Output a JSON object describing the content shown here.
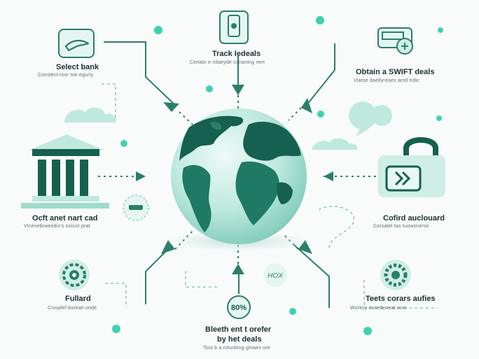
{
  "steps": {
    "select_bank": {
      "title": "Select bank",
      "subtitle": "Conslect roor toe egurty"
    },
    "track": {
      "title": "Track ledeals",
      "subtitle": "Certain e nilaeyde conaning nert"
    },
    "swift": {
      "title": "Obtain a SWIFT deals",
      "subtitle": "Vlatse daellyreoes arntl trdic"
    },
    "account": {
      "title": "Ocft anet nart cad",
      "subtitle": "Vlcenebrweedis's nnicor prat"
    },
    "confirm": {
      "title": "Cofird auclouard",
      "subtitle": "Corsatel tas tuowsnerse"
    },
    "fullard": {
      "title": "Fullard",
      "subtitle": "Cnisafef borkatl onde"
    },
    "tests": {
      "title": "Teets corars aufies",
      "subtitle": "Workcy essetbsreat ecnr"
    },
    "transfer": {
      "title_line1": "Bleeth ent t orefer",
      "title_line2": "by het deals",
      "subtitle": "Tout b a rolunking gmaes ore"
    }
  },
  "badges": {
    "percent": "80%",
    "hox": "HOX"
  },
  "colors": {
    "primary": "#2a7f6a",
    "dark": "#15604e",
    "mint": "#9fdccc",
    "light": "#cfeee6",
    "accent": "#3fd1b0",
    "dash": "#8fc7b8"
  }
}
